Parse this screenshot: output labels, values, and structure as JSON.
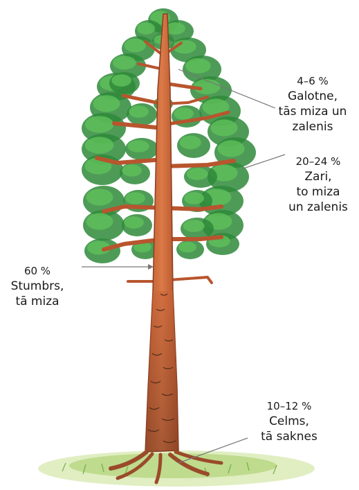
{
  "labels": {
    "crown": {
      "pct": "4–6 %",
      "lines": [
        "Galotne,",
        "tās miza un",
        "zalenis"
      ]
    },
    "branches": {
      "pct": "20–24 %",
      "lines": [
        "Zari,",
        "to miza",
        "un zalenis"
      ]
    },
    "trunk": {
      "pct": "60 %",
      "lines": [
        "Stumbrs,",
        "tā miza"
      ]
    },
    "stump": {
      "pct": "10–12 %",
      "lines": [
        "Celms,",
        "tā saknes"
      ]
    }
  },
  "colors": {
    "foliage_dark": "#2f8a3a",
    "foliage_light": "#5fc05a",
    "bark": "#c9653a",
    "bark_dark": "#8a3e22",
    "grass": "#a8cf6b",
    "pointer": "#777777"
  }
}
